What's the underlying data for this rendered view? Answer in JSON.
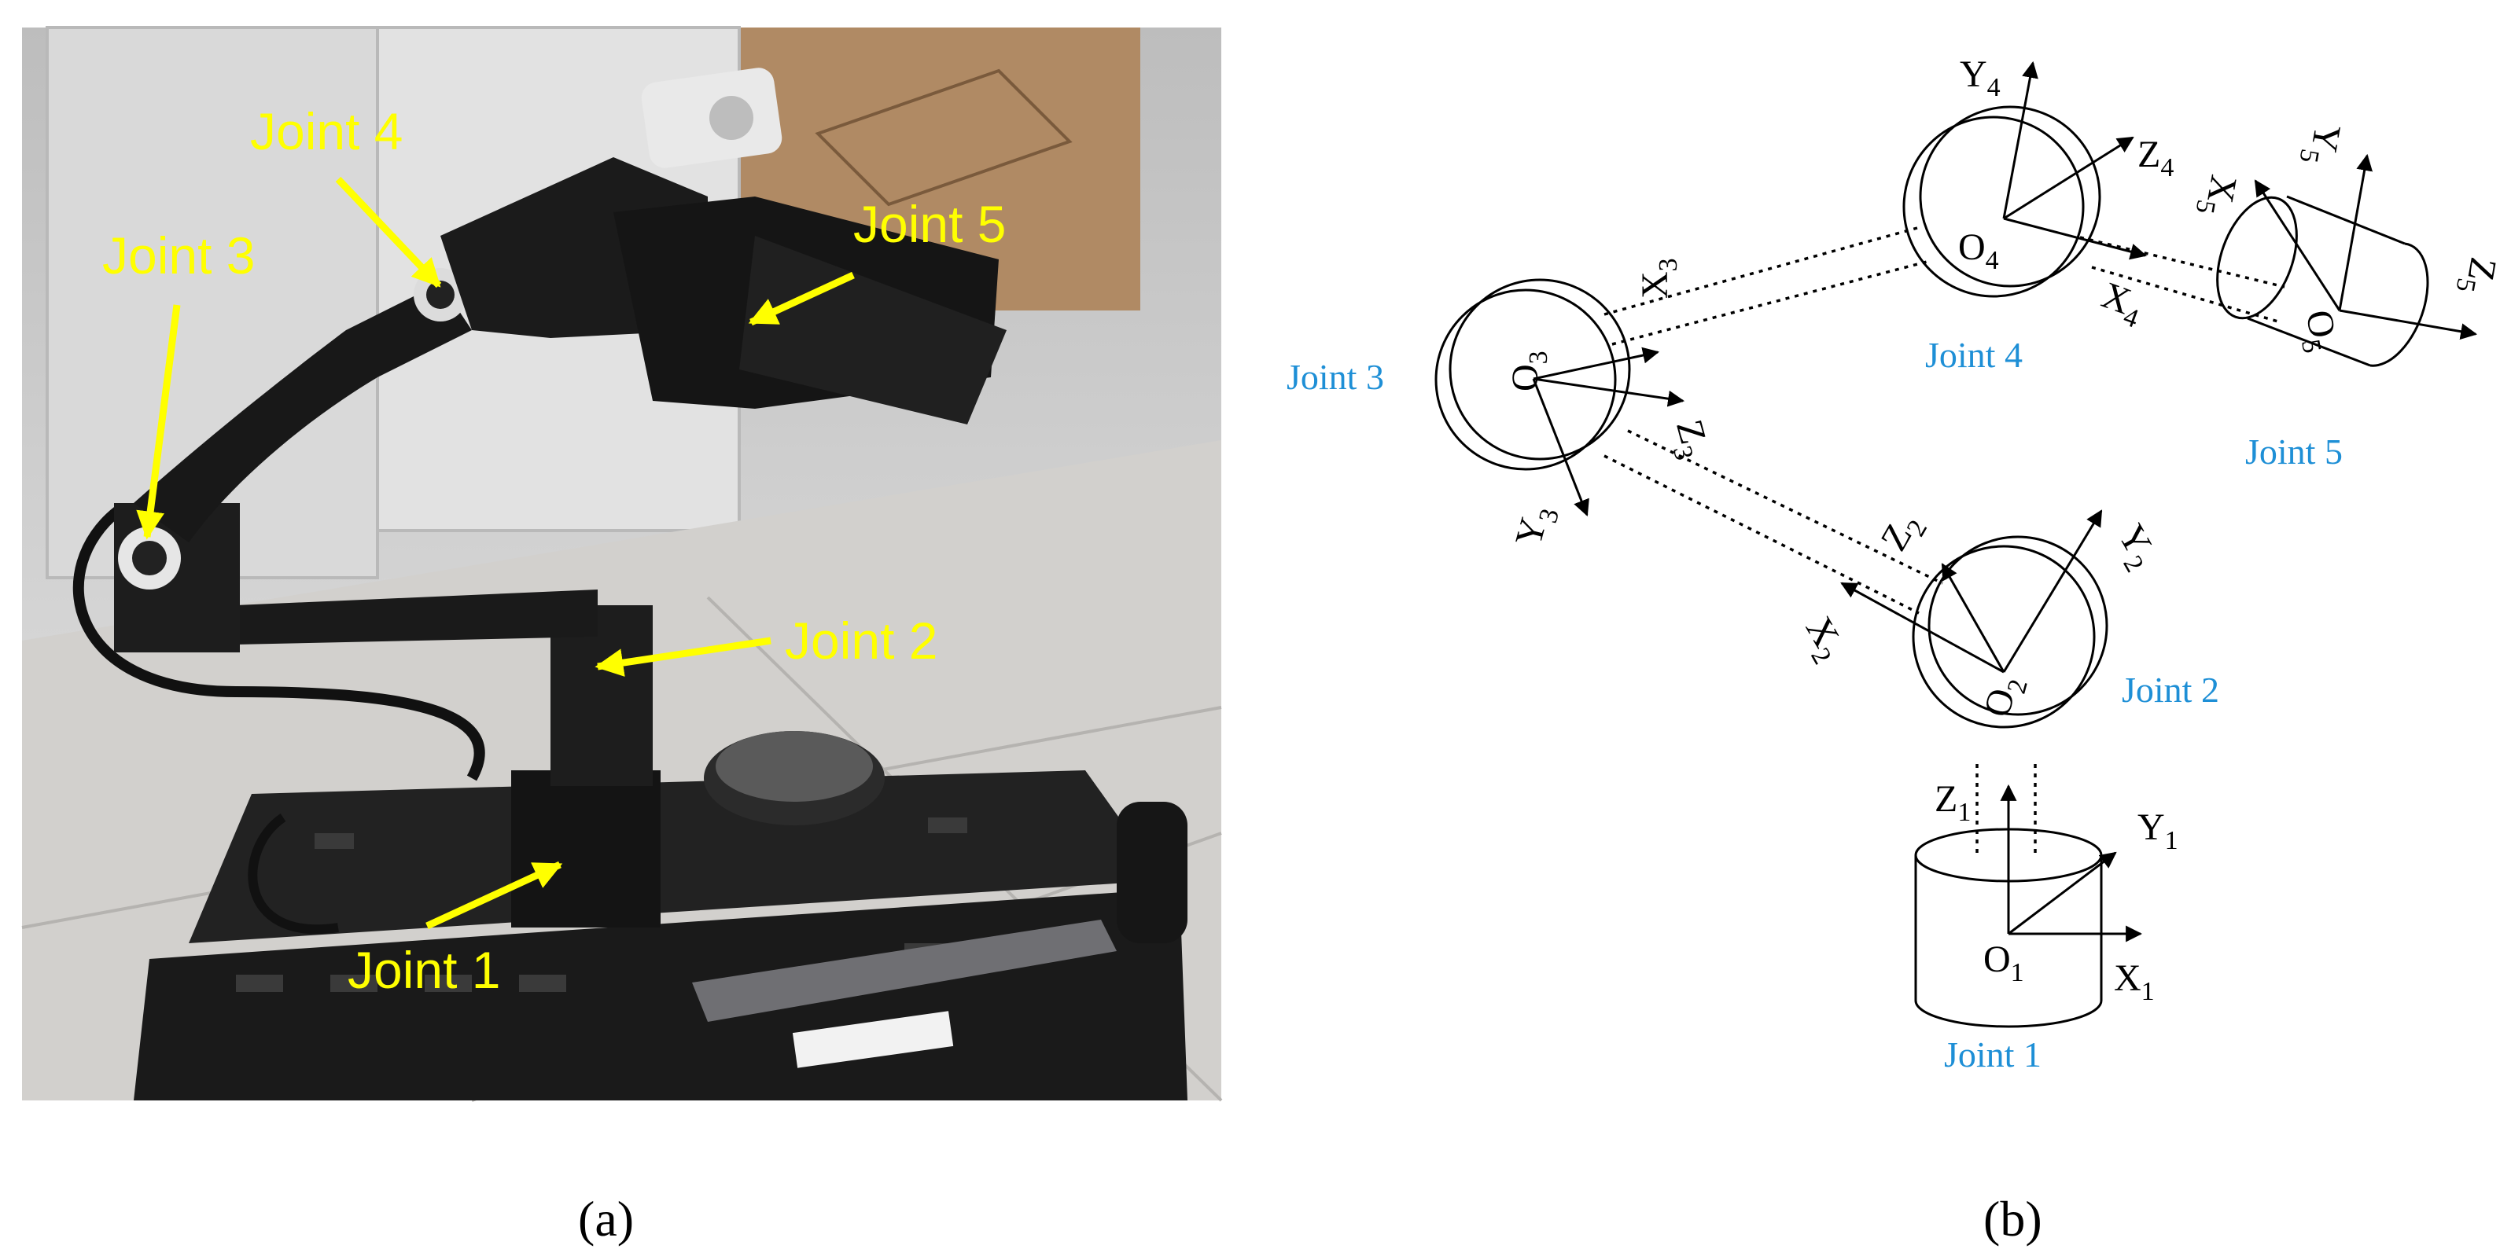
{
  "panel_a": {
    "labels": {
      "joint1": "Joint 1",
      "joint2": "Joint 2",
      "joint3": "Joint 3",
      "joint4": "Joint 4",
      "joint5": "Joint 5"
    },
    "caption": "(a)",
    "colors": {
      "label": "#ffff00"
    }
  },
  "panel_b": {
    "joints": {
      "joint1": "Joint 1",
      "joint2": "Joint 2",
      "joint3": "Joint 3",
      "joint4": "Joint 4",
      "joint5": "Joint 5"
    },
    "axes": {
      "j1": {
        "origin": "O",
        "origin_sub": "1",
        "x": "X",
        "x_sub": "1",
        "y": "Y",
        "y_sub": "1",
        "z": "Z",
        "z_sub": "1"
      },
      "j2": {
        "origin": "O",
        "origin_sub": "2",
        "x": "X",
        "x_sub": "2",
        "y": "Y",
        "y_sub": "2",
        "z": "Z",
        "z_sub": "2"
      },
      "j3": {
        "origin": "O",
        "origin_sub": "3",
        "x": "X",
        "x_sub": "3",
        "y": "Y",
        "y_sub": "3",
        "z": "Z",
        "z_sub": "3"
      },
      "j4": {
        "origin": "O",
        "origin_sub": "4",
        "x": "X",
        "x_sub": "4",
        "y": "Y",
        "y_sub": "4",
        "z": "Z",
        "z_sub": "4"
      },
      "j5": {
        "origin": "O",
        "origin_sub": "5",
        "x": "X",
        "x_sub": "5",
        "y": "Y",
        "y_sub": "5",
        "z": "Z",
        "z_sub": "5"
      }
    },
    "caption": "(b)",
    "colors": {
      "joint_label": "#1e8fd6"
    }
  }
}
